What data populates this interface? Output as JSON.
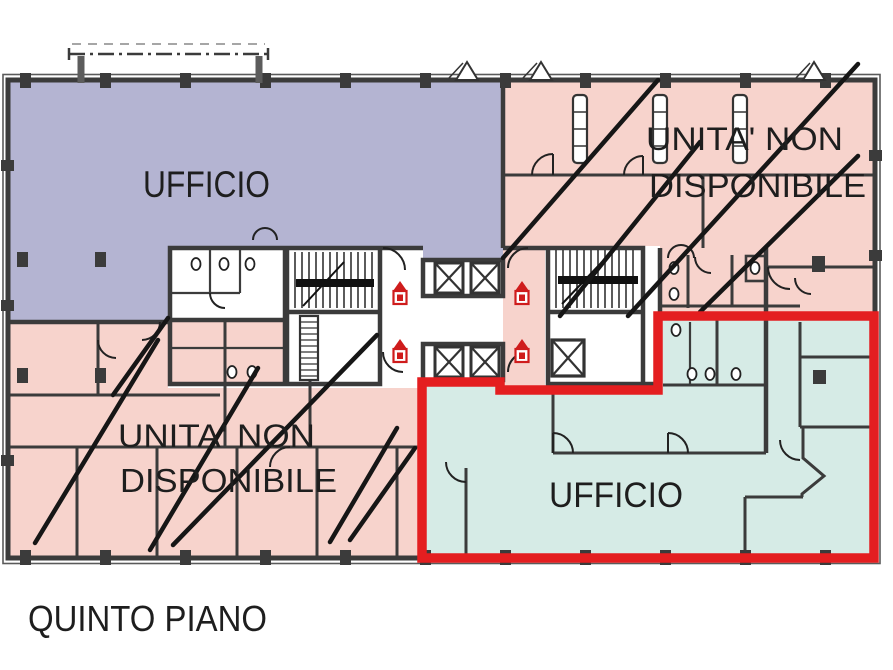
{
  "floor_label": "QUINTO PIANO",
  "regions": {
    "office_top_left": {
      "label": "UFFICIO"
    },
    "unavailable_top_right": {
      "line1": "UNITA' NON",
      "line2": "DISPONIBILE"
    },
    "unavailable_bottom_left": {
      "line1": "UNITA' NON",
      "line2": "DISPONIBILE"
    },
    "office_bottom_right": {
      "label": "UFFICIO"
    }
  },
  "colors": {
    "office_top_fill": "#b4b4d2",
    "unavailable_fill": "#f7d3cc",
    "office_bottom_fill": "#d6ebe6",
    "highlight_outline": "#e41e20",
    "wall": "#3b3b3b",
    "label_text": "#1e1e1e",
    "fire_icon_red": "#cf1c1c"
  },
  "icons": {
    "fire_extinguisher": "fire-extinguisher-icon",
    "elevator": "elevator-icon",
    "stairs": "stairs-icon",
    "toilet": "toilet-icon",
    "radiator": "radiator-icon",
    "window_mark": "window-mark-icon"
  }
}
